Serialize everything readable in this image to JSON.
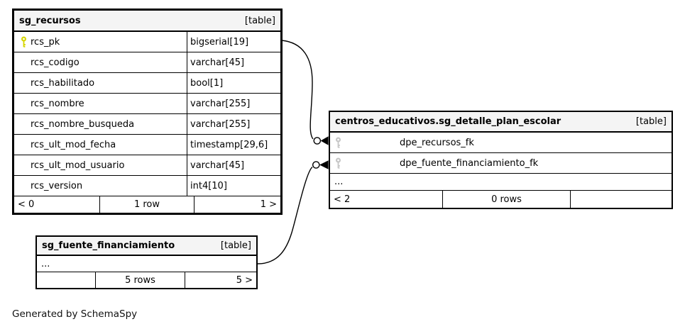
{
  "note": "Generated by SchemaSpy",
  "colors": {
    "primary_key_icon": "#d6d600",
    "foreign_key_icon": "#c6c6c6",
    "header_bg": "#f4f4f4",
    "line": "#000000"
  },
  "tables": {
    "recursos": {
      "title": "sg_recursos",
      "badge": "[table]",
      "columns": [
        {
          "name": "rcs_pk",
          "type": "bigserial[19]",
          "key": "primary"
        },
        {
          "name": "rcs_codigo",
          "type": "varchar[45]",
          "key": ""
        },
        {
          "name": "rcs_habilitado",
          "type": "bool[1]",
          "key": ""
        },
        {
          "name": "rcs_nombre",
          "type": "varchar[255]",
          "key": ""
        },
        {
          "name": "rcs_nombre_busqueda",
          "type": "varchar[255]",
          "key": ""
        },
        {
          "name": "rcs_ult_mod_fecha",
          "type": "timestamp[29,6]",
          "key": ""
        },
        {
          "name": "rcs_ult_mod_usuario",
          "type": "varchar[45]",
          "key": ""
        },
        {
          "name": "rcs_version",
          "type": "int4[10]",
          "key": ""
        }
      ],
      "pager": {
        "left": "< 0",
        "center": "1 row",
        "right": "1 >"
      }
    },
    "detalle": {
      "title": "centros_educativos.sg_detalle_plan_escolar",
      "badge": "[table]",
      "columns": [
        {
          "name": "dpe_recursos_fk",
          "key": "foreign"
        },
        {
          "name": "dpe_fuente_financiamiento_fk",
          "key": "foreign"
        }
      ],
      "ellipsis": "...",
      "pager": {
        "left": "< 2",
        "center": "0 rows",
        "right": ""
      }
    },
    "fuente": {
      "title": "sg_fuente_financiamiento",
      "badge": "[table]",
      "ellipsis": "...",
      "pager": {
        "left": "",
        "center": "5 rows",
        "right": "5 >"
      }
    }
  }
}
